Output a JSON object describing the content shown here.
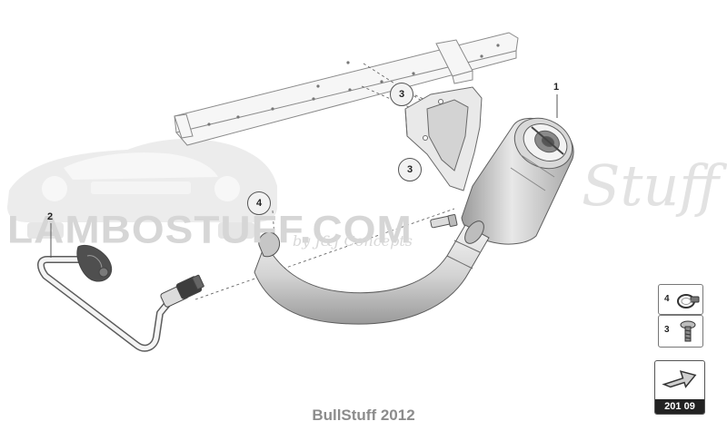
{
  "watermark": {
    "main_text": "LAMBOSTUFF.COM",
    "script_text": "Stuff",
    "small_text": "by J&J Concepts"
  },
  "callouts": [
    {
      "label": "1",
      "part": "fuel filler neck"
    },
    {
      "label": "2",
      "part": "breather pipe"
    },
    {
      "label": "3",
      "part": "screw"
    },
    {
      "label": "3",
      "part": "screw"
    },
    {
      "label": "4",
      "part": "hose clamp"
    }
  ],
  "legend": [
    {
      "label": "4",
      "icon": "hose-clamp-icon"
    },
    {
      "label": "3",
      "icon": "screw-icon"
    }
  ],
  "page_code": "201 09",
  "footer": "BullStuff 2012"
}
